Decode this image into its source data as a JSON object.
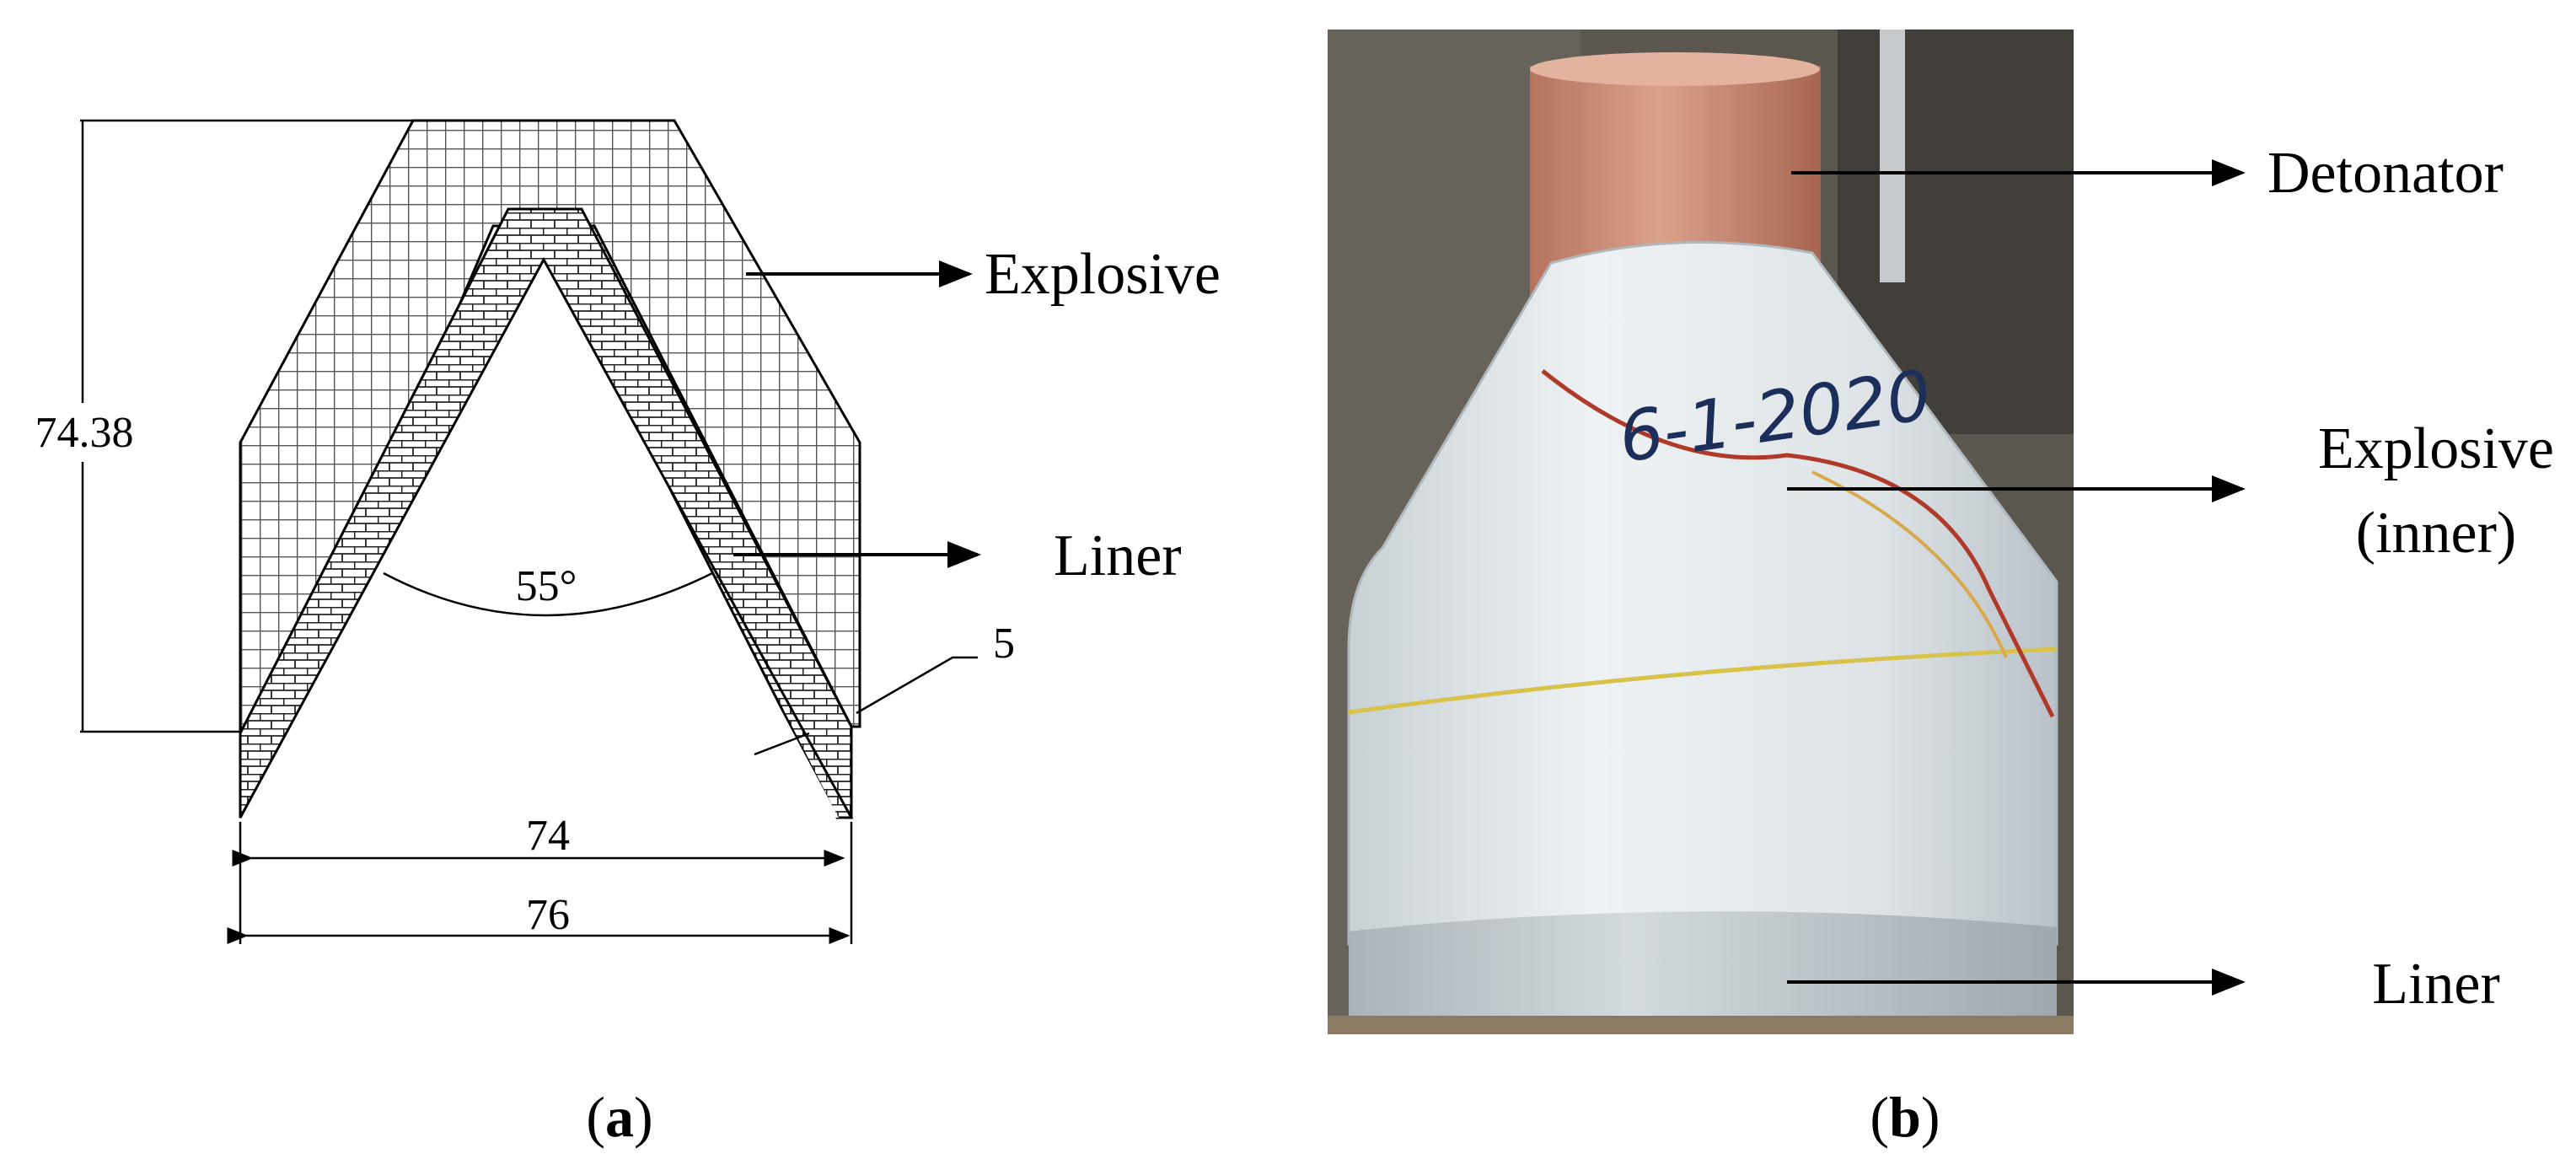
{
  "panel_a": {
    "labels": {
      "explosive": "Explosive",
      "liner": "Liner"
    },
    "dimensions": {
      "height": "74.38",
      "angle": "55°",
      "thickness": "5",
      "inner_width": "74",
      "outer_width": "76"
    },
    "caption_paren_open": "(",
    "caption_letter": "a",
    "caption_paren_close": ")"
  },
  "panel_b": {
    "labels": {
      "detonator": "Detonator",
      "explosive_line1": "Explosive",
      "explosive_line2": "(inner)",
      "liner": "Liner"
    },
    "handwriting": "6-1-2020",
    "caption_paren_open": "(",
    "caption_letter": "b",
    "caption_paren_close": ")"
  },
  "colors": {
    "line": "#000000",
    "detonator": "#c98a73",
    "casing": "#dfe5e8",
    "liner_band": "#c8d0d5",
    "wall_dark": "#4d4a44",
    "wire_red": "#b03a2a",
    "wire_yellow": "#d9c24a"
  }
}
